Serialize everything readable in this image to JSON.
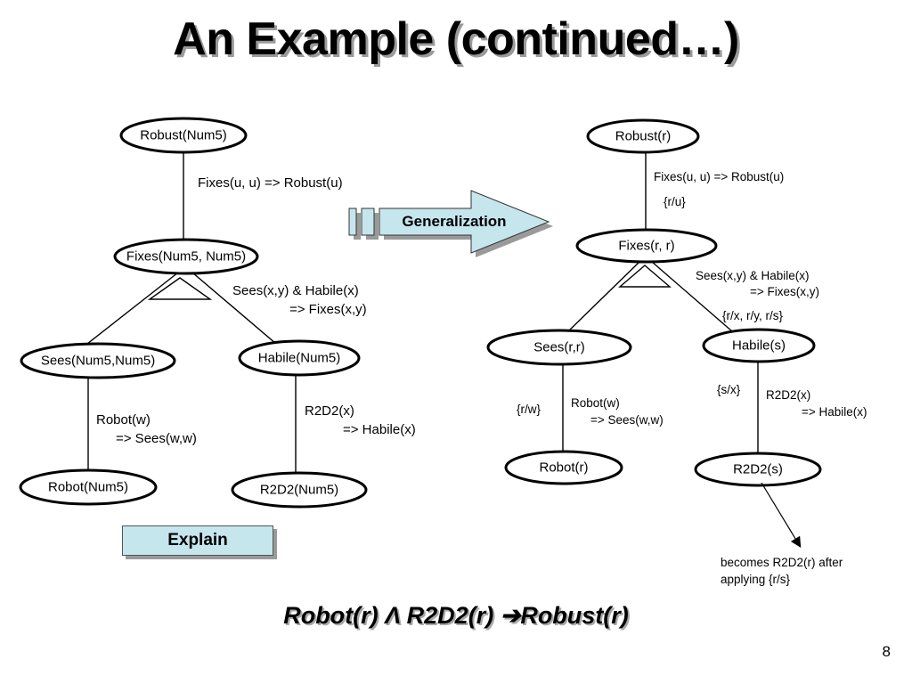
{
  "title": "An Example (continued…)",
  "left_tree": {
    "nodes": {
      "root": "Robust(Num5)",
      "fixes": "Fixes(Num5, Num5)",
      "sees": "Sees(Num5,Num5)",
      "habile": "Habile(Num5)",
      "robot": "Robot(Num5)",
      "r2d2": "R2D2(Num5)"
    },
    "rules": {
      "root_fixes": "Fixes(u, u) => Robust(u)",
      "fixes_split_line1": "Sees(x,y) & Habile(x)",
      "fixes_split_line2": "=> Fixes(x,y)",
      "sees_robot_line1": "Robot(w)",
      "sees_robot_line2": "=> Sees(w,w)",
      "habile_r2d2_line1": "R2D2(x)",
      "habile_r2d2_line2": "=> Habile(x)"
    }
  },
  "right_tree": {
    "nodes": {
      "root": "Robust(r)",
      "fixes": "Fixes(r, r)",
      "sees": "Sees(r,r)",
      "habile": "Habile(s)",
      "robot": "Robot(r)",
      "r2d2": "R2D2(s)"
    },
    "rules": {
      "root_fixes": "Fixes(u, u) => Robust(u)",
      "root_fixes_subst": "{r/u}",
      "fixes_split_line1": "Sees(x,y) & Habile(x)",
      "fixes_split_line2": "=> Fixes(x,y)",
      "fixes_split_subst": "{r/x, r/y, r/s}",
      "sees_robot_line1": "Robot(w)",
      "sees_robot_line2": "=> Sees(w,w)",
      "sees_robot_subst": "{r/w}",
      "habile_r2d2_line1": "R2D2(x)",
      "habile_r2d2_line2": "=> Habile(x)",
      "habile_r2d2_subst": "{s/x}"
    },
    "note_line1": "becomes R2D2(r) after",
    "note_line2": "applying {r/s}"
  },
  "generalization_label": "Generalization",
  "explain_label": "Explain",
  "conclusion": "Robot(r) Λ R2D2(r) ➔Robust(r)",
  "page_number": "8",
  "colors": {
    "button_fill": "#c6e6ee",
    "shadow": "#9a9a9a"
  }
}
